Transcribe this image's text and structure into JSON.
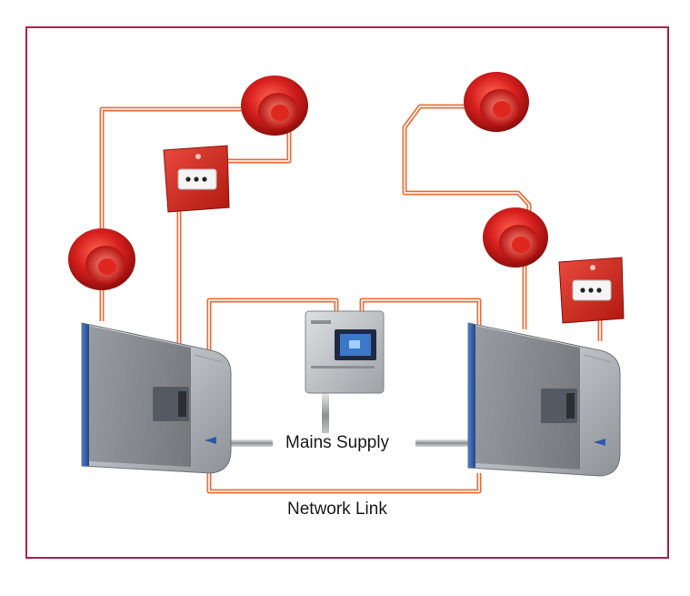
{
  "labels": {
    "mains_supply": "Mains Supply",
    "network_link": "Network Link"
  },
  "colors": {
    "frame": "#b31d4a",
    "cable": "#e8703e",
    "sounder_red": "#d8201e",
    "call_point_red": "#d92b25",
    "panel_silver": "#b9bdc2",
    "panel_blue": "#3d6db6",
    "mains_pipe": "#9a9da0"
  },
  "devices": {
    "panels": [
      "fire-panel-left",
      "fire-panel-right"
    ],
    "repeater": "repeater-panel",
    "sounders": [
      "sounder-top-left",
      "sounder-left",
      "sounder-top-right",
      "sounder-right"
    ],
    "call_points": [
      "call-point-left",
      "call-point-right"
    ]
  }
}
